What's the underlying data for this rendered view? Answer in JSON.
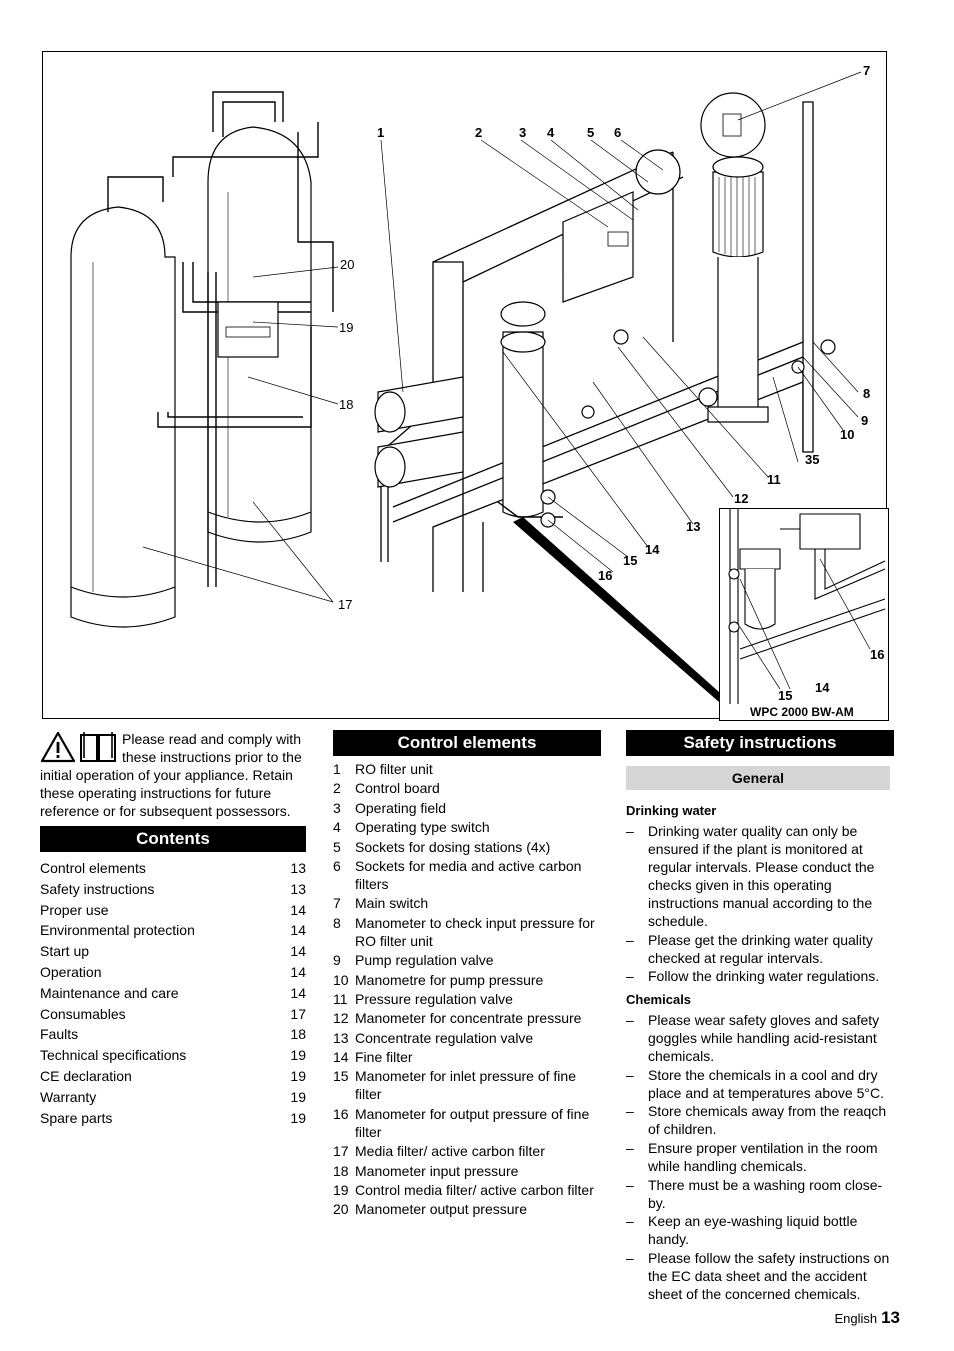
{
  "figure": {
    "callouts": [
      "1",
      "2",
      "3",
      "4",
      "5",
      "6",
      "7",
      "8",
      "9",
      "10",
      "11",
      "12",
      "13",
      "14",
      "15",
      "16",
      "17",
      "18",
      "19",
      "20",
      "35"
    ],
    "inset": {
      "callouts": [
        "14",
        "15",
        "16"
      ],
      "caption": "WPC 2000 BW-AM"
    }
  },
  "intro": {
    "text": "Please read and comply with these instructions prior to the initial operation of your appliance. Retain these operating instructions for future reference or for subsequent possessors."
  },
  "contents": {
    "heading": "Contents",
    "items": [
      {
        "label": "Control elements",
        "page": "13"
      },
      {
        "label": "Safety instructions",
        "page": "13"
      },
      {
        "label": "Proper use",
        "page": "14"
      },
      {
        "label": "Environmental protection",
        "page": "14"
      },
      {
        "label": "Start up",
        "page": "14"
      },
      {
        "label": "Operation",
        "page": "14"
      },
      {
        "label": "Maintenance and care",
        "page": "14"
      },
      {
        "label": "Consumables",
        "page": "17"
      },
      {
        "label": "Faults",
        "page": "18"
      },
      {
        "label": "Technical specifications",
        "page": "19"
      },
      {
        "label": "CE declaration",
        "page": "19"
      },
      {
        "label": "Warranty",
        "page": "19"
      },
      {
        "label": "Spare parts",
        "page": "19"
      }
    ]
  },
  "control_elements": {
    "heading": "Control elements",
    "items": [
      {
        "num": "1",
        "text": "RO filter unit"
      },
      {
        "num": "2",
        "text": "Control board"
      },
      {
        "num": "3",
        "text": "Operating field"
      },
      {
        "num": "4",
        "text": "Operating type switch"
      },
      {
        "num": "5",
        "text": "Sockets for dosing stations (4x)"
      },
      {
        "num": "6",
        "text": "Sockets for media and active carbon filters"
      },
      {
        "num": "7",
        "text": "Main switch"
      },
      {
        "num": "8",
        "text": "Manometer to check input pressure for RO filter unit"
      },
      {
        "num": "9",
        "text": "Pump regulation valve"
      },
      {
        "num": "10",
        "text": "Manometre for pump pressure"
      },
      {
        "num": "11",
        "text": "Pressure regulation valve"
      },
      {
        "num": "12",
        "text": "Manometer for concentrate pressure"
      },
      {
        "num": "13",
        "text": "Concentrate regulation valve"
      },
      {
        "num": "14",
        "text": "Fine filter"
      },
      {
        "num": "15",
        "text": "Manometer for inlet pressure of fine filter"
      },
      {
        "num": "16",
        "text": "Manometer for output pressure of fine filter"
      },
      {
        "num": "17",
        "text": "Media filter/ active carbon filter"
      },
      {
        "num": "18",
        "text": "Manometer input pressure"
      },
      {
        "num": "19",
        "text": "Control media filter/ active carbon filter"
      },
      {
        "num": "20",
        "text": "Manometer output pressure"
      }
    ]
  },
  "safety": {
    "heading": "Safety instructions",
    "subheading": "General",
    "drinking_water": {
      "title": "Drinking water",
      "items": [
        "Drinking water quality can only be ensured if the plant is monitored at regular intervals. Please conduct the checks given in this operating instructions manual according to the schedule.",
        "Please get the drinking water quality checked at regular intervals.",
        "Follow the drinking water regulations."
      ]
    },
    "chemicals": {
      "title": "Chemicals",
      "items": [
        "Please wear safety gloves and safety goggles while handling acid-resistant chemicals.",
        "Store the chemicals in a cool and dry place and at temperatures above 5°C.",
        "Store chemicals away from the reaqch of children.",
        "Ensure proper ventilation in the room while handling chemicals.",
        "There must be a washing room close-by.",
        "Keep an eye-washing liquid bottle handy.",
        "Please follow the safety instructions on the EC data sheet and the accident sheet of the concerned chemicals."
      ]
    },
    "dash": "–"
  },
  "footer": {
    "language": "English",
    "page": "13"
  }
}
